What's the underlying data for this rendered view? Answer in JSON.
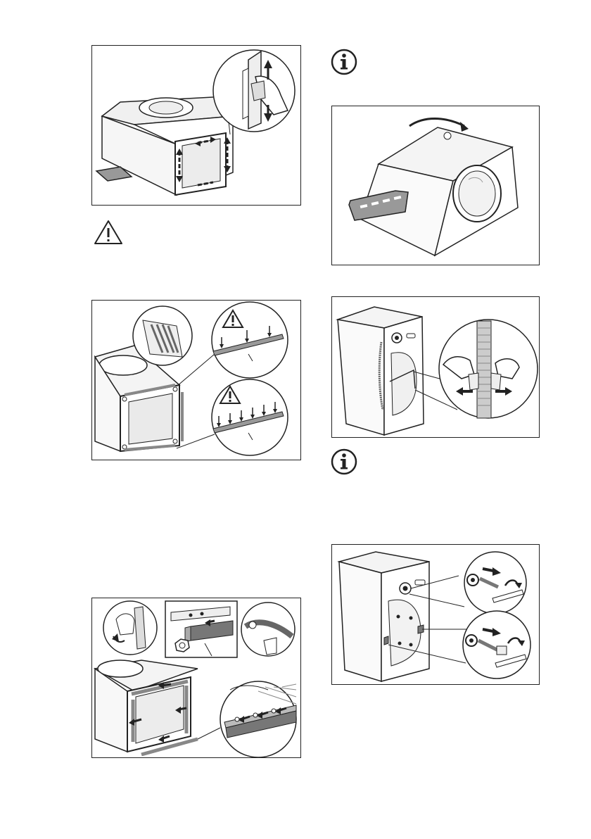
{
  "figures": {
    "clean_frame": {
      "icon": "cleaning-hand-illustration"
    },
    "gasket_strips": {
      "icon": "gasket-strip-illustration"
    },
    "rail_fitting": {
      "icon": "rail-fitting-illustration"
    },
    "tilt_machine": {
      "icon": "tilt-appliance-illustration"
    },
    "hose_clip": {
      "icon": "hose-clip-illustration"
    },
    "transit_bolts": {
      "icon": "transit-bolt-illustration"
    }
  },
  "symbols": {
    "warning": {
      "icon": "warning-triangle-icon"
    },
    "info": {
      "icon": "info-circle-icon"
    }
  },
  "colors": {
    "line": "#222222",
    "fill": "#e6e6e6",
    "dark": "#555555"
  }
}
